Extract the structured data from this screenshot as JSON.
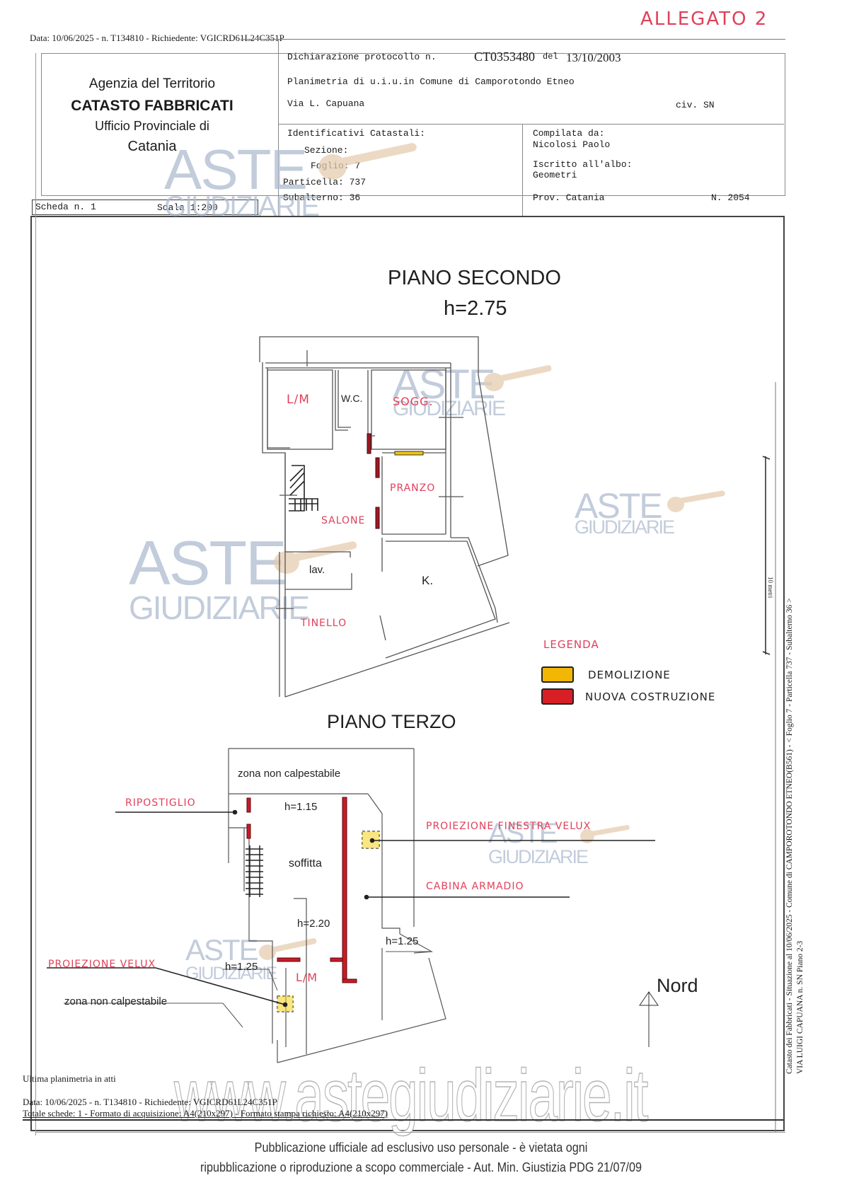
{
  "annotation_top": "ALLEGATO 2",
  "header_line": "Data: 10/06/2025 - n. T134810 - Richiedente: VGICRD61L24C351P",
  "agency": {
    "line1": "Agenzia del Territorio",
    "line2": "CATASTO FABBRICATI",
    "line3": "Ufficio Provinciale di",
    "line4": "Catania"
  },
  "declaration": {
    "label": "Dichiarazione protocollo n.",
    "number": "CT0353480",
    "del_label": "del",
    "date": "13/10/2003",
    "planimetria": "Planimetria di u.i.u.in Comune di Camporotondo Etneo",
    "address": "Via L. Capuana",
    "civ": "civ. SN"
  },
  "identificativi": {
    "title": "Identificativi Catastali:",
    "sezione": "Sezione:",
    "foglio": "Foglio: 7",
    "particella": "Particella: 737",
    "subalterno": "Subalterno: 36"
  },
  "compilata": {
    "label": "Compilata da:",
    "name": "Nicolosi Paolo",
    "albo_label": "Iscritto all'albo:",
    "albo": "Geometri",
    "prov": "Prov. Catania",
    "numero": "N. 2054"
  },
  "scheda": {
    "label": "Scheda n. 1",
    "scala": "Scala 1:200"
  },
  "watermark": {
    "aste": "ASTE",
    "giudiziarie": "GIUDIZIARIE",
    "site": "www.astegiudiziarie.it"
  },
  "piano_secondo": {
    "title": "PIANO SECONDO",
    "height": "h=2.75",
    "rooms": {
      "lm": "L/M",
      "wc": "W.C.",
      "sogg": "SOGG.",
      "pranzo": "PRANZO",
      "salone": "SALONE",
      "lav": "lav.",
      "k": "K.",
      "tinello": "TINELLO"
    }
  },
  "legend": {
    "title": "LEGENDA",
    "items": [
      {
        "label": "DEMOLIZIONE",
        "color": "#f2b705"
      },
      {
        "label": "NUOVA COSTRUZIONE",
        "color": "#d81f26"
      }
    ]
  },
  "piano_terzo": {
    "title": "PIANO TERZO",
    "zona_top": "zona non calpestabile",
    "zona_bottom": "zona non calpestabile",
    "h115": "h=1.15",
    "soffitta": "soffitta",
    "h220": "h=2.20",
    "h125_right": "h=1.25",
    "h125_left": "h=1.25",
    "lm": "L/M",
    "callouts": {
      "ripostiglio": "RIPOSTIGLIO",
      "proiezione_finestra": "PROIEZIONE FINESTRA VELUX",
      "cabina": "CABINA ARMADIO",
      "proiezione_velux": "PROIEZIONE VELUX"
    },
    "nord": "Nord"
  },
  "side_text": {
    "line1": "Catasto dei Fabbricati - Situazione al 10/06/2025 - Comune di CAMPOROTONDO ETNEO(B561) - < Foglio 7 - Particella 737 - Subalterno 36 >",
    "line2": "VIA LUIGI CAPUANA n. SN Piano 2-3",
    "scale_bar": "10 metri"
  },
  "footer": {
    "ultima": "Ultima planimetria in atti",
    "data_line": "Data: 10/06/2025 - n. T134810 - Richiedente: VGICRD61L24C351P",
    "totale_line": "Totale schede: 1 - Formato di acquisizione: A4(210x297)  - Formato stampa richiesto: A4(210x297)",
    "publication_1": "Pubblicazione ufficiale ad esclusivo uso personale - è vietata ogni",
    "publication_2": "ripubblicazione o riproduzione a scopo commerciale - Aut. Min. Giustizia PDG 21/07/09"
  }
}
